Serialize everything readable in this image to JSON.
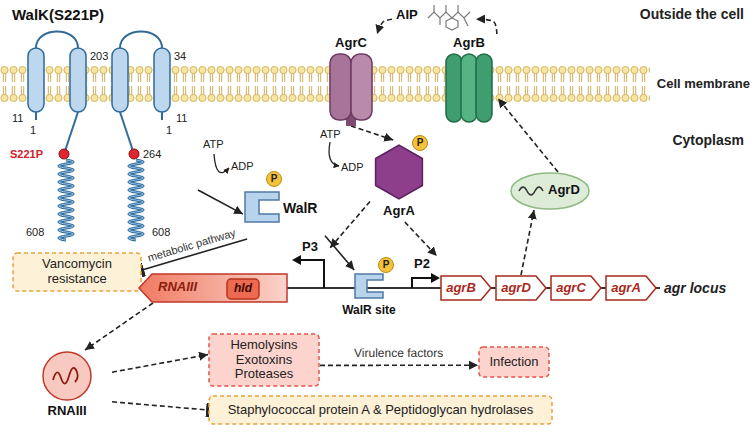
{
  "diagram": {
    "nodes": [
      {
        "text": [
          "WalK(S221P)"
        ]
      },
      {
        "text": [
          "AIP"
        ]
      },
      {
        "text": [
          "AgrC"
        ]
      },
      {
        "text": [
          "AgrB"
        ]
      },
      {
        "text": [
          "WalR"
        ]
      },
      {
        "text": [
          "AgrA"
        ]
      },
      {
        "text": [
          "AgrD"
        ]
      },
      {
        "text": [
          "Vancomycin resistance"
        ]
      },
      {
        "text": [
          "P3"
        ]
      },
      {
        "text": [
          "WalR site"
        ]
      },
      {
        "text": [
          "P2"
        ]
      },
      {
        "text": [
          "RNAIII"
        ]
      },
      {
        "text": [
          "hld"
        ],
        "in": 11
      },
      {
        "text": [
          "agrB"
        ]
      },
      {
        "text": [
          "agrD"
        ]
      },
      {
        "text": [
          "agrC"
        ]
      },
      {
        "text": [
          "agrA"
        ]
      },
      {
        "text": [
          "RNAIII"
        ]
      },
      {
        "text": [
          "Hemolysins Exotoxins Proteases"
        ]
      },
      {
        "text": [
          "Infection"
        ]
      },
      {
        "text": [
          "Staphylococcal protein A & Peptidoglycan hydrolases"
        ]
      }
    ],
    "edges": [
      {
        "from": 0,
        "to": 4,
        "arrow": "to"
      },
      {
        "from": 4,
        "to": 7,
        "label": "metabolic pathway",
        "arrow": "to"
      },
      {
        "from": 4,
        "to": 9,
        "arrow": "to"
      },
      {
        "from": 2,
        "to": 5,
        "arrow": "to"
      },
      {
        "from": 5,
        "to": 8,
        "arrow": "to"
      },
      {
        "from": 5,
        "to": 10,
        "arrow": "to"
      },
      {
        "from": 14,
        "to": 6,
        "arrow": "to"
      },
      {
        "from": 6,
        "to": 3,
        "arrow": "to"
      },
      {
        "from": 3,
        "to": 1,
        "arrow": "to"
      },
      {
        "from": 1,
        "to": 2,
        "arrow": "to"
      },
      {
        "from": 11,
        "to": 17,
        "arrow": "to"
      },
      {
        "from": 17,
        "to": 18,
        "arrow": "to"
      },
      {
        "from": 17,
        "to": 20,
        "arrow": "to"
      },
      {
        "from": 18,
        "to": 19,
        "label": "Virulence factors",
        "arrow": "to"
      }
    ],
    "labels": [
      "Outside the cell",
      "Cell membrane",
      "Cytoplasm",
      "203",
      "34",
      "11",
      "11",
      "1",
      "1",
      "S221P",
      "264",
      "608",
      "608",
      "ATP",
      "ADP",
      "P",
      "ATP",
      "ADP",
      "P",
      "P",
      "agr locus"
    ]
  }
}
